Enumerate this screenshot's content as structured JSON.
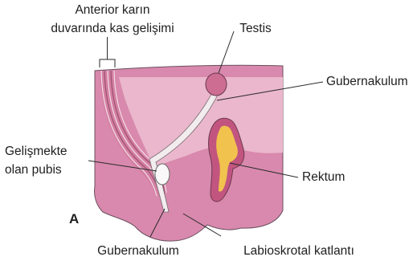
{
  "labels": {
    "anterior_line1": "Anterior karın",
    "anterior_line2": "duvarında kas gelişimi",
    "testis": "Testis",
    "gubernakulum_top": "Gubernakulum",
    "pubis_line1": "Gelişmekte",
    "pubis_line2": "olan pubis",
    "rektum": "Rektum",
    "panel_letter": "A",
    "gubernakulum_bottom": "Gubernakulum",
    "labioskrotal": "Labioskrotal katlantı"
  },
  "colors": {
    "outer_tissue": "#d989ad",
    "inner_cavity": "#eab7cc",
    "wall_band": "#d37fa2",
    "rectum_wall": "#c2557f",
    "rectum_lumen": "#f1c24e",
    "testis": "#cd6d92",
    "cord": "#f2ecee",
    "pubis": "#fbf8f9",
    "outline": "#555555"
  }
}
